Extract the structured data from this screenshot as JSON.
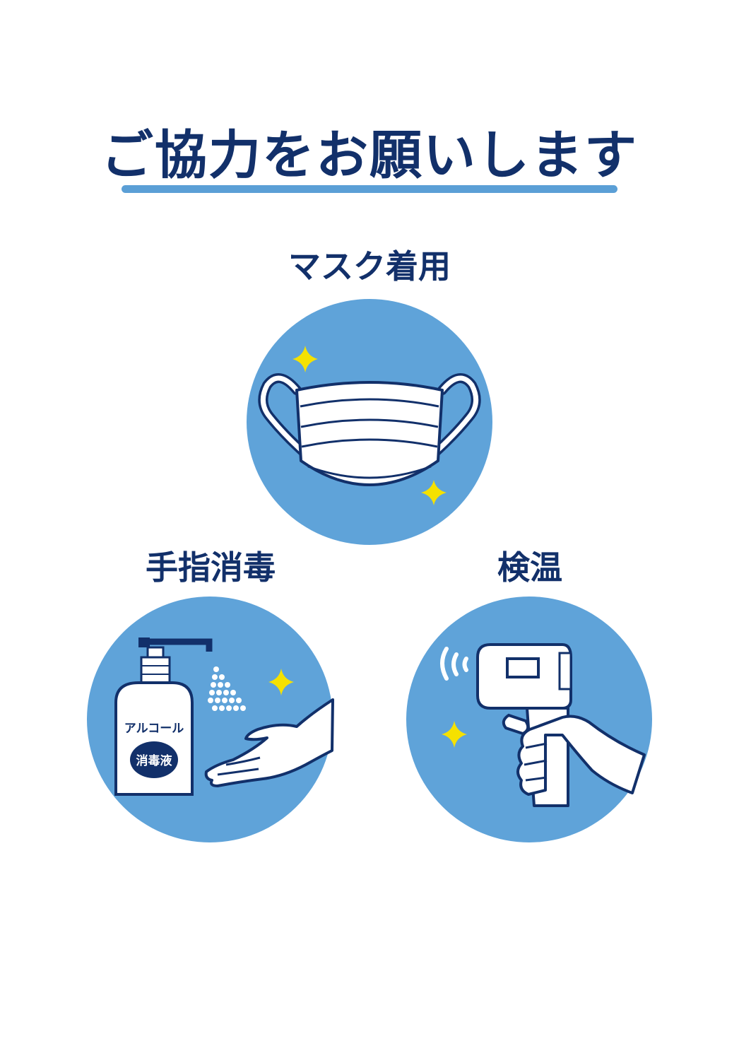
{
  "title": "ご協力をお願いします",
  "items": [
    {
      "label": "マスク着用",
      "icon": "face-mask-icon"
    },
    {
      "label": "手指消毒",
      "icon": "hand-sanitizer-icon",
      "bottle_text": "アルコール",
      "bottle_badge": "消毒液"
    },
    {
      "label": "検温",
      "icon": "thermometer-gun-icon"
    }
  ],
  "colors": {
    "navy": "#12306a",
    "blue": "#5fa3d9",
    "yellow": "#f5e100",
    "white": "#ffffff"
  }
}
